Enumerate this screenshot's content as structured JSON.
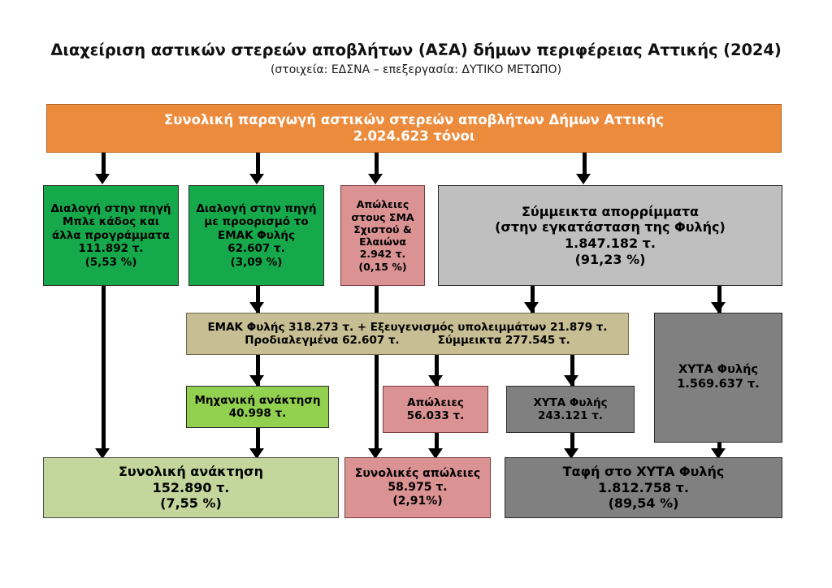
{
  "header": {
    "title": "Διαχείριση αστικών στερεών αποβλήτων (ΑΣΑ) δήμων περιφέρειας Αττικής (2024)",
    "subtitle": "(στοιχεία: ΕΔΣΝΑ – επεξεργασία: ΔΥΤΙΚΟ ΜΕΤΩΠΟ)"
  },
  "colors": {
    "total_production": "#ED8B3C",
    "source_separation": "#16A94B",
    "losses": "#DB9293",
    "mixed_waste": "#BFBFBF",
    "emak_plant": "#C7BE93",
    "landfill": "#808080",
    "mechanical_recovery": "#92D050",
    "total_recovery": "#C3D69B"
  },
  "nodes": {
    "total_production": {
      "lines": [
        "Συνολική παραγωγή αστικών στερεών αποβλήτων Δήμων Αττικής",
        "2.024.623 τόνοι"
      ]
    },
    "source_blue_bin": {
      "lines": [
        "Διαλογή στην πηγή",
        "Μπλε κάδος και",
        "άλλα προγράμματα",
        "111.892 τ.",
        "(5,53 %)"
      ]
    },
    "source_emak": {
      "lines": [
        "Διαλογή στην πηγή",
        "με προορισμό το",
        "ΕΜΑΚ Φυλής",
        "62.607 τ.",
        "(3,09 %)"
      ]
    },
    "losses_sma": {
      "lines": [
        "Απώλειες",
        "στους ΣΜΑ",
        "Σχιστού &",
        "Ελαιώνα",
        "2.942 τ.",
        "(0,15 %)"
      ]
    },
    "mixed_waste": {
      "lines": [
        "Σύμμεικτα απορρίμματα",
        "(στην εγκατάσταση της Φυλής)",
        "1.847.182 τ.",
        "(91,23 %)"
      ]
    },
    "emak_plant": {
      "lines": [
        "ΕΜΑΚ Φυλής 318.273 τ. + Εξευγενισμός υπολειμμάτων 21.879 τ.",
        "Προδιαλεγμένα 62.607 τ.          Σύμμεικτα 277.545 τ."
      ]
    },
    "landfill_main": {
      "lines": [
        "ΧΥΤΑ Φυλής",
        "1.569.637 τ."
      ]
    },
    "mechanical_recovery": {
      "lines": [
        "Μηχανική ανάκτηση",
        "40.998 τ."
      ]
    },
    "losses_plant": {
      "lines": [
        "Απώλειες",
        "56.033 τ."
      ]
    },
    "landfill_plant": {
      "lines": [
        "ΧΥΤΑ Φυλής",
        "243.121 τ."
      ]
    },
    "total_recovery": {
      "lines": [
        "Συνολική ανάκτηση",
        "152.890 τ.",
        "(7,55 %)"
      ]
    },
    "total_losses": {
      "lines": [
        "Συνολικές απώλειες",
        "58.975 τ.",
        "(2,91%)"
      ]
    },
    "total_landfilled": {
      "lines": [
        "Ταφή στο ΧΥΤΑ Φυλής",
        "1.812.758 τ.",
        "(89,54 %)"
      ]
    }
  }
}
